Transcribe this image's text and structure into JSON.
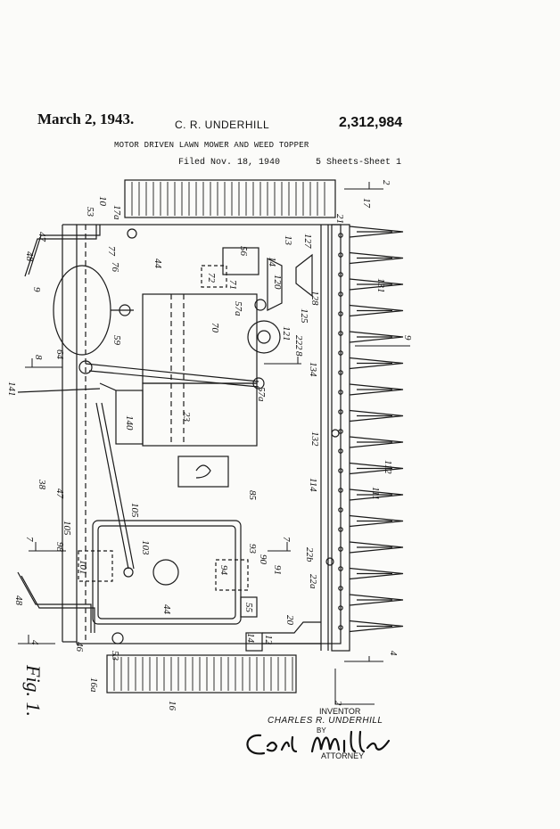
{
  "header": {
    "date": "March 2, 1943.",
    "inventor": "C. R. UNDERHILL",
    "patent_number": "2,312,984",
    "title": "MOTOR DRIVEN LAWN MOWER AND WEED TOPPER",
    "filed": "Filed Nov. 18, 1940",
    "sheets": "5 Sheets-Sheet 1"
  },
  "footer": {
    "inventor_label": "INVENTOR",
    "inventor_name": "CHARLES R. UNDERHILL",
    "by": "BY",
    "attorney_label": "ATTORNEY",
    "signature": "Carl Miller"
  },
  "figure": {
    "label": "Fig. 1.",
    "ref_numerals": [
      "10",
      "17a",
      "53",
      "47",
      "48",
      "9",
      "77",
      "76",
      "44",
      "56",
      "13",
      "127",
      "72",
      "71",
      "14",
      "120",
      "128",
      "131",
      "57a",
      "70",
      "121",
      "125",
      "8",
      "64",
      "59",
      "22a",
      "134",
      "141",
      "140",
      "23",
      "57a",
      "132",
      "112",
      "105",
      "114",
      "111",
      "38",
      "47",
      "105",
      "103",
      "98",
      "7",
      "101",
      "94",
      "93",
      "90",
      "91",
      "55",
      "22b",
      "22a",
      "48",
      "44",
      "20",
      "12",
      "14",
      "46",
      "53",
      "4",
      "16a",
      "16",
      "2",
      "17",
      "21",
      "4",
      "2",
      "7",
      "8"
    ]
  }
}
